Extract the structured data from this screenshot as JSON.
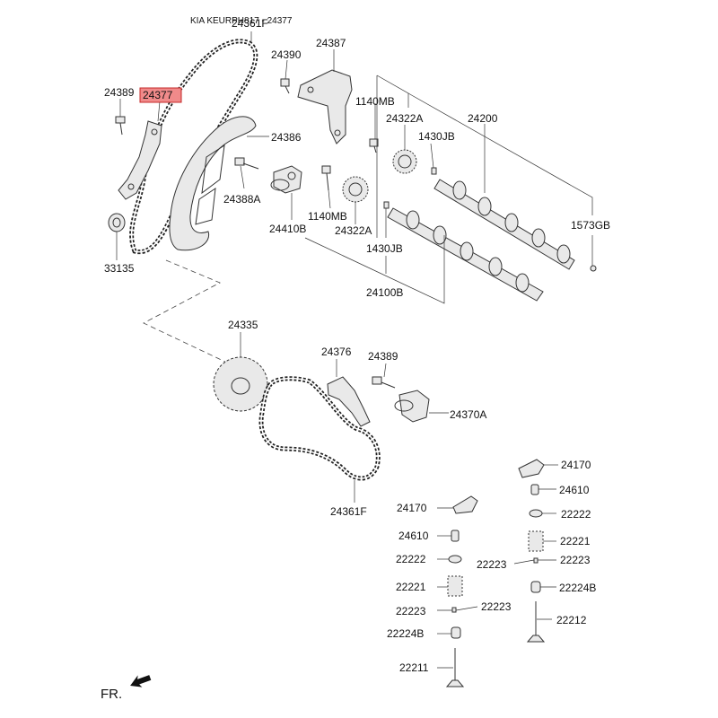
{
  "header": {
    "title": "KIA KEURPH817 - 24377"
  },
  "highlight": {
    "part": "24377",
    "color": "#e53935"
  },
  "labels": {
    "l24361F_top": "24361F",
    "l24387": "24387",
    "l24390": "24390",
    "l24389_top": "24389",
    "l24377": "24377",
    "l1140MB_top": "1140MB",
    "l24322A_top": "24322A",
    "l24200": "24200",
    "l24386": "24386",
    "l1430JB_top": "1430JB",
    "l24388A": "24388A",
    "l24410B": "24410B",
    "l1140MB_mid": "1140MB",
    "l24322A_mid": "24322A",
    "l1573GB": "1573GB",
    "l1430JB_mid": "1430JB",
    "l33135": "33135",
    "l24100B": "24100B",
    "l24335": "24335",
    "l24376": "24376",
    "l24389_mid": "24389",
    "l24370A": "24370A",
    "l24361F_bot": "24361F",
    "l24170_r": "24170",
    "l24610_r": "24610",
    "l22222_r": "22222",
    "l22221_r": "22221",
    "l22223_r": "22223",
    "l22224B_r": "22224B",
    "l22212": "22212",
    "l24170_l": "24170",
    "l24610_l": "24610",
    "l22222_l": "22222",
    "l22221_l": "22221",
    "l22223_l": "22223",
    "l22224B_l": "22224B",
    "l22211": "22211",
    "l22223_c1": "22223",
    "l22223_c2": "22223",
    "fr": "FR."
  }
}
